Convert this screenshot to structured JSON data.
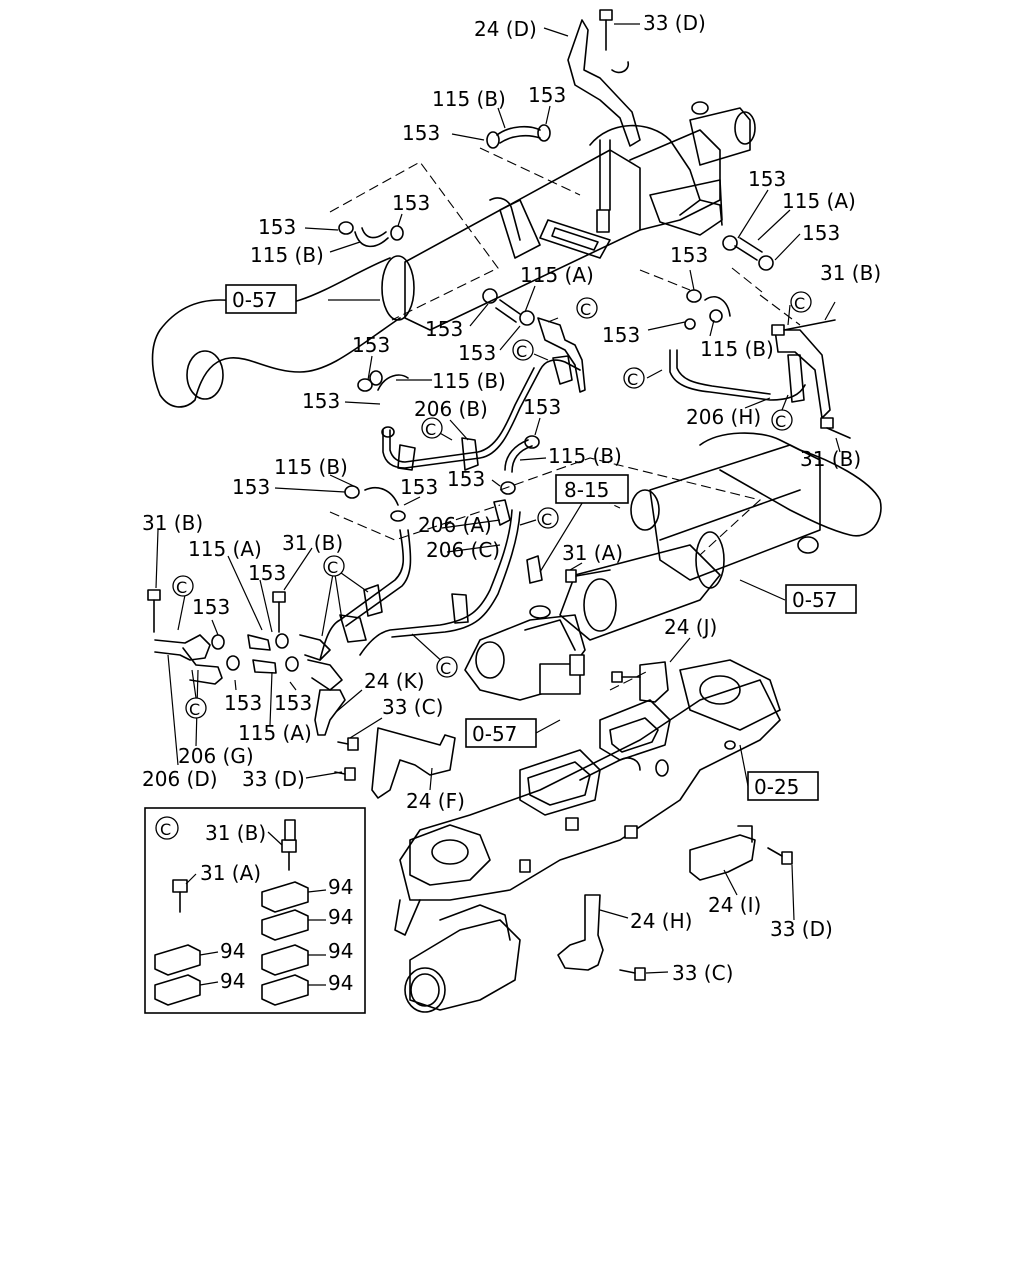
{
  "callouts": {
    "c_24D": "24 (D)",
    "c_33D_top": "33 (D)",
    "c_115B_a": "115 (B)",
    "c_153_a": "153",
    "c_153_b": "153",
    "c_153_r1": "153",
    "c_115A_r": "115 (A)",
    "c_153_r2": "153",
    "c_153_c": "153",
    "c_153_d": "153",
    "c_115B_b": "115 (B)",
    "c_115A_m": "115 (A)",
    "c_153_m1": "153",
    "c_153_m2": "153",
    "c_153_r3": "153",
    "c_31B_r1": "31 (B)",
    "c_153_r4": "153",
    "c_115B_r": "115 (B)",
    "c_153_e": "153",
    "c_115B_c": "115 (B)",
    "c_153_f": "153",
    "c_206B": "206 (B)",
    "c_153_g": "153",
    "c_206H": "206 (H)",
    "c_31B_r2": "31 (B)",
    "c_115B_d": "115 (B)",
    "c_115B_e": "115 (B)",
    "c_153_h": "153",
    "c_153_i": "153",
    "c_153_j": "153",
    "c_206A": "206 (A)",
    "c_31B_l": "31 (B)",
    "c_115A_l": "115 (A)",
    "c_31B_l2": "31 (B)",
    "c_206C": "206 (C)",
    "c_31A": "31 (A)",
    "c_153_k": "153",
    "c_153_l": "153",
    "c_24J": "24 (J)",
    "c_24K": "24 (K)",
    "c_153_n": "153",
    "c_153_o": "153",
    "c_115A_b": "115 (A)",
    "c_33C_a": "33 (C)",
    "c_206G": "206 (G)",
    "c_206D": "206 (D)",
    "c_33D_a": "33 (D)",
    "c_24F": "24 (F)",
    "c_24H": "24 (H)",
    "c_33C_b": "33 (C)",
    "c_24I": "24 (I)",
    "c_33D_b": "33 (D)"
  },
  "references": {
    "ref_057_a": "0-57",
    "ref_815": "8-15",
    "ref_057_b": "0-57",
    "ref_057_c": "0-57",
    "ref_025": "0-25"
  },
  "clamp_mark": "C",
  "inset": {
    "marker": "C",
    "bolt_31B": "31 (B)",
    "bolt_31A": "31 (A)",
    "clamp_94_a": "94",
    "clamp_94_b": "94",
    "clamp_94_c": "94",
    "clamp_94_d": "94",
    "clamp_94_e": "94",
    "clamp_94_f": "94"
  }
}
